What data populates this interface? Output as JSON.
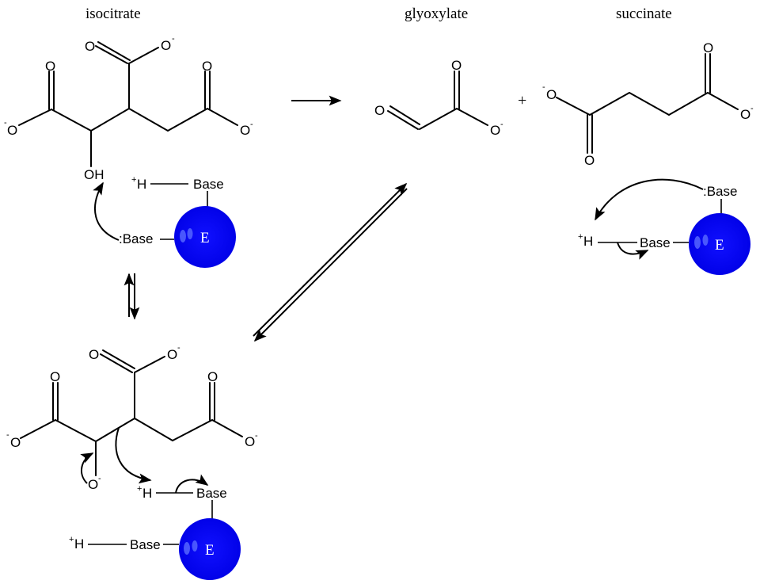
{
  "titles": {
    "isocitrate": "isocitrate",
    "glyoxylate": "glyoxylate",
    "succinate": "succinate"
  },
  "plus_sign": "+",
  "atoms": {
    "O": "O",
    "O_minus": "O",
    "minus": "-",
    "plus": "+",
    "OH": "OH",
    "H": "H",
    "base": "Base",
    "lone_pair_base": ":Base"
  },
  "enzyme": {
    "label": "E",
    "color": "#0a0af5",
    "highlight_color": "#5a6cff"
  },
  "arrows": {
    "forward": "isocitrate to glyoxylate + succinate",
    "equilibrium_vertical": "isocitrate <=> alkoxide intermediate",
    "equilibrium_diagonal": "alkoxide intermediate <=> glyoxylate"
  }
}
